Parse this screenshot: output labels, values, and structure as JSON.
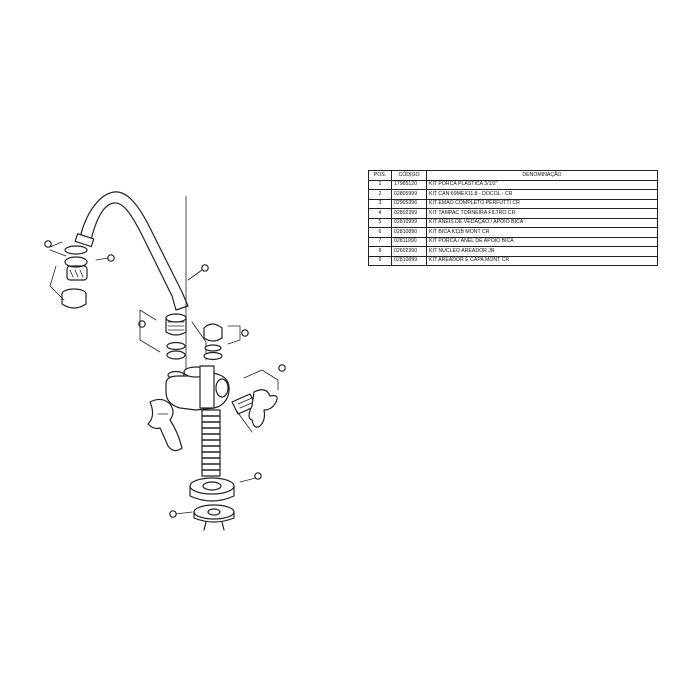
{
  "table": {
    "headers": {
      "pos": "POS.",
      "code": "CÓDIGO",
      "desc": "DENOMINAÇÃO"
    },
    "rows": [
      {
        "pos": "1",
        "code": "17965120",
        "desc": "KIT PORCA PLÁSTICA 3/1/2\""
      },
      {
        "pos": "2",
        "code": "02805999",
        "desc": "KIT CAN 69MEX11.8 - DOCOL - CR"
      },
      {
        "pos": "3",
        "code": "02905396",
        "desc": "KIT EMAO COMPLETO PERFUTTI CR"
      },
      {
        "pos": "4",
        "code": "02802399",
        "desc": "KIT TAMPAC TORNEIRA FILTRO CR"
      },
      {
        "pos": "5",
        "code": "02810999",
        "desc": "KIT ANÉIS DE VEDAÇÃO / APOIO BICA"
      },
      {
        "pos": "6",
        "code": "02810890",
        "desc": "KIT BICA K11B MONT CR"
      },
      {
        "pos": "7",
        "code": "02811090",
        "desc": "KIT PORCA / ANEL DE APOIO BICA"
      },
      {
        "pos": "8",
        "code": "02602390",
        "desc": "KIT NUCLEO AREADOR JR"
      },
      {
        "pos": "9",
        "code": "02810899",
        "desc": "KIT AREADOR E CAPA MONT CR"
      }
    ]
  },
  "colors": {
    "line": "#222222",
    "fill": "#ffffff",
    "shade": "#777777",
    "dark": "#333333"
  }
}
